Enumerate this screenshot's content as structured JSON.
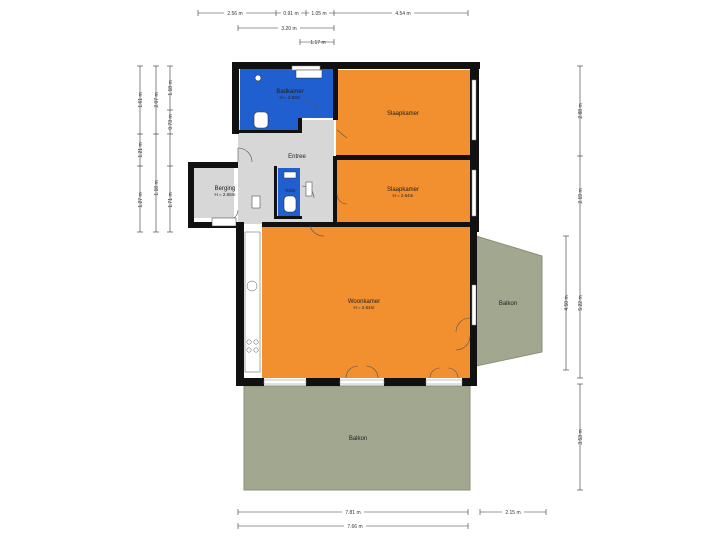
{
  "rooms": {
    "badkamer": {
      "name": "Badkamer",
      "height": "H = 2.63m"
    },
    "slaapkamer1": {
      "name": "Slaapkamer"
    },
    "slaapkamer2": {
      "name": "Slaapkamer",
      "height": "H = 2.64m"
    },
    "entree": {
      "name": "Entree"
    },
    "berging": {
      "name": "Berging",
      "height": "H = 2.66m"
    },
    "toilet": {
      "name": "Toilet"
    },
    "woonkamer": {
      "name": "Woonkamer",
      "height": "H = 2.64m"
    },
    "balkon_side": {
      "name": "Balkon"
    },
    "balkon_bottom": {
      "name": "Balkon"
    }
  },
  "dimensions": {
    "top": {
      "d1": "2.56 m",
      "d2": "0.91 m",
      "d3": "1.05 m",
      "d4": "4.54 m",
      "d5": "3.20 m",
      "d6": "1.17 m"
    },
    "left": {
      "d1": "1.61 m",
      "d2": "1.18 m",
      "d3": "2.07 m",
      "d4": "0.73 m",
      "d5": "1.21 m",
      "d6": "1.18 m",
      "d7": "1.27 m",
      "d8": "1.71 m"
    },
    "right": {
      "d1": "2.88 m",
      "d2": "2.19 m",
      "d3": "4.50 m",
      "d4": "5.22 m",
      "d5": "3.53 m"
    },
    "bottom": {
      "d1": "7.81 m",
      "d2": "2.15 m",
      "d3": "7.66 m"
    }
  },
  "colors": {
    "wall": "#111111",
    "bedroom": "#f28f2f",
    "bathroom": "#1f5fcf",
    "hall": "#d7d7d7",
    "balcony": "#a2a78f",
    "dim_line": "#333333"
  }
}
